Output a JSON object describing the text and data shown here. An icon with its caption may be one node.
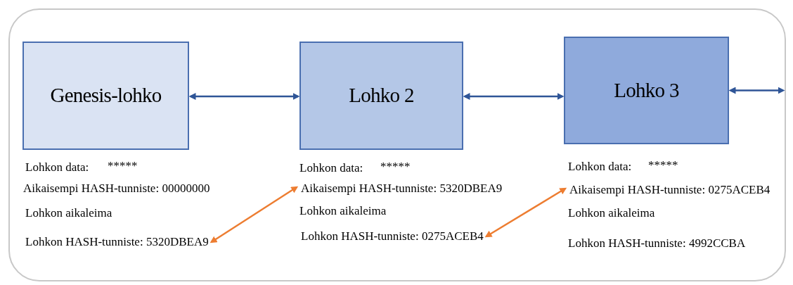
{
  "diagram": {
    "nodes": [
      {
        "text": [],
        "shape": "box"
      },
      {
        "text": [
          "Genesis-lohko"
        ],
        "in": 0
      },
      {
        "text": [
          "Lohko 2"
        ],
        "in": 0
      },
      {
        "text": [
          "Lohko 3"
        ],
        "in": 0
      },
      {
        "text": [
          "Lohkon HASH-tunniste: 5320DBEA9"
        ],
        "in": 0
      },
      {
        "text": [
          "Aikaisempi HASH-tunniste: 5320DBEA9"
        ],
        "in": 0
      },
      {
        "text": [
          "Lohkon HASH-tunniste: 0275ACEB4"
        ],
        "in": 0
      },
      {
        "text": [
          "Aikaisempi HASH-tunniste: 0275ACEB4"
        ],
        "in": 0
      }
    ],
    "edges": [
      {
        "from": 1,
        "to": 2,
        "arrow": "both"
      },
      {
        "from": 2,
        "to": 3,
        "arrow": "both"
      },
      {
        "from": 3,
        "to": null,
        "arrow": "both"
      },
      {
        "from": 4,
        "to": 5,
        "arrow": "both",
        "color": "#ed7d31"
      },
      {
        "from": 6,
        "to": 7,
        "arrow": "both",
        "color": "#ed7d31"
      }
    ],
    "labels": [
      "Lohkon data:",
      "*****",
      "Aikaisempi HASH-tunniste: 00000000",
      "Lohkon aikaleima",
      "Lohkon data:",
      "*****",
      "Lohkon aikaleima",
      "Lohkon data:",
      "*****",
      "Lohkon aikaleima",
      "Lohkon HASH-tunniste: 4992CCBA"
    ]
  }
}
